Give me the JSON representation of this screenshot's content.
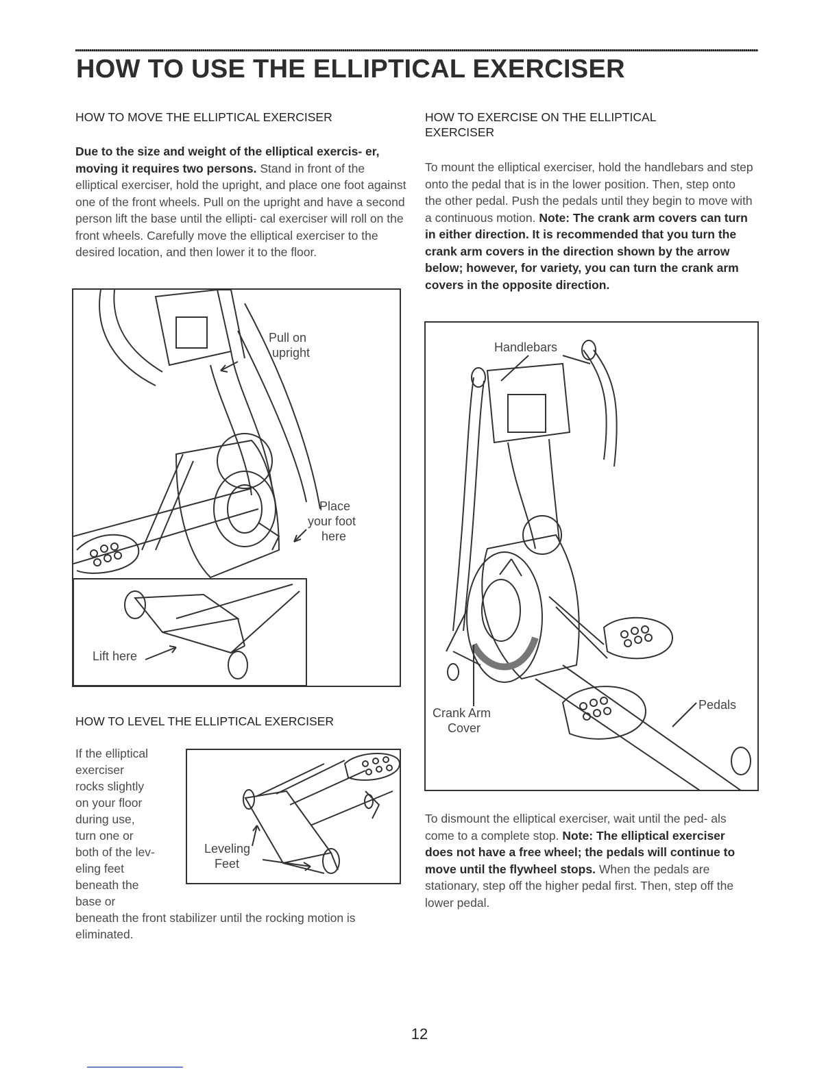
{
  "page": {
    "title": "HOW TO USE THE ELLIPTICAL EXERCISER",
    "page_number": "12"
  },
  "move": {
    "heading": "HOW TO MOVE THE ELLIPTICAL EXERCISER",
    "bold": "Due to the size and weight of the elliptical exercis- er, moving it requires two persons.",
    "text": "Stand in front of the elliptical exerciser, hold the upright, and place one foot against one of the front wheels. Pull on the upright and have a second person lift the base until the ellipti- cal exerciser will roll on the front wheels. Carefully move the elliptical exerciser to the desired location, and then lower it to the floor.",
    "labels": {
      "pull_on": "Pull on",
      "upright": "upright",
      "place": "Place",
      "your_foot": "your foot",
      "here": "here",
      "lift_here": "Lift here"
    }
  },
  "level": {
    "heading": "HOW TO LEVEL THE ELLIPTICAL EXERCISER",
    "lines": [
      "If the elliptical",
      "exerciser",
      "rocks slightly",
      "on your floor",
      "during use,",
      "turn one or",
      "both of the lev-",
      "eling feet",
      "beneath the",
      "base or"
    ],
    "tail": "beneath the front stabilizer until the rocking motion is eliminated.",
    "labels": {
      "leveling": "Leveling",
      "feet": "Feet"
    }
  },
  "exercise": {
    "heading": "HOW TO EXERCISE ON THE ELLIPTICAL EXERCISER",
    "text": "To mount the elliptical exerciser, hold the handlebars and step onto the pedal that is in the lower position. Then, step onto the other pedal. Push the pedals until they begin to move with a continuous motion.",
    "bold": "Note: The crank arm covers can turn in either direction. It is recommended that you turn the crank arm covers in the direction shown by the arrow below; however, for variety, you can turn the crank arm covers in the opposite direction.",
    "labels": {
      "handlebars": "Handlebars",
      "crank_arm": "Crank Arm",
      "cover": "Cover",
      "pedals": "Pedals"
    }
  },
  "dismount": {
    "text1": "To dismount the elliptical exerciser, wait until the ped- als come to a complete stop.",
    "bold": "Note: The elliptical exerciser does not have a free wheel; the pedals will continue to move until the flywheel stops.",
    "text2": "When the pedals are stationary, step off the higher pedal first. Then, step off the lower pedal."
  }
}
